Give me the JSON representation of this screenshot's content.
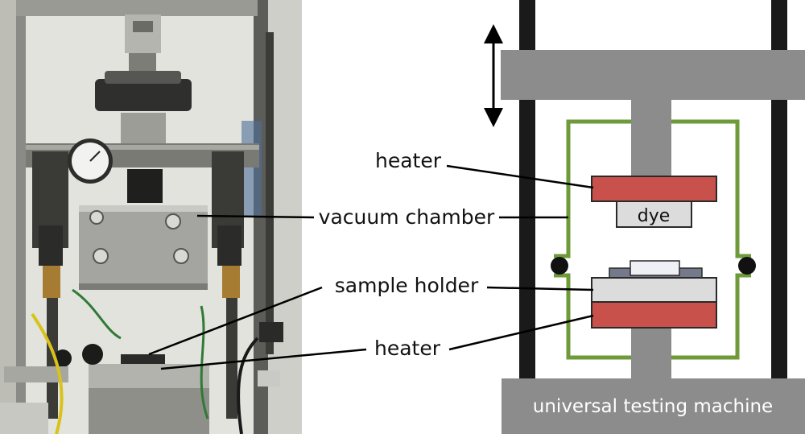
{
  "labels": {
    "heater_top": "heater",
    "vacuum_chamber": "vacuum chamber",
    "sample_holder": "sample holder",
    "heater_bottom": "heater",
    "dye": "dye",
    "machine": "universal testing machine"
  },
  "colors": {
    "frame": "#1a1a1a",
    "machine_gray": "#8c8c8c",
    "chamber_green": "#6e9a3a",
    "heater_red": "#c8514b",
    "holder_light": "#dcdcdc",
    "sample_slate": "#757a8a",
    "sample_top": "#eef0f5",
    "photo_bg": "#d9d9d4"
  },
  "photo": {
    "description_icon": "apparatus-photo"
  },
  "arrow": {
    "icon": "double-headed-vertical-arrow-icon"
  }
}
